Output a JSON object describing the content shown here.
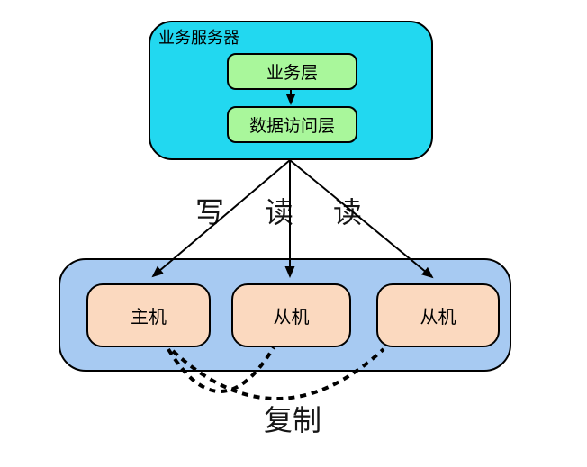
{
  "colors": {
    "canvas_bg": "#FFFFFF",
    "server_fill": "#22D8F0",
    "layer_fill": "#A9F79B",
    "cluster_fill": "#A7CAF2",
    "node_fill": "#FBD9BF",
    "stroke": "#000000"
  },
  "diagram": {
    "server": {
      "title": "业务服务器",
      "layers": [
        {
          "label": "业务层"
        },
        {
          "label": "数据访问层"
        }
      ]
    },
    "edges": {
      "write_label": "写",
      "read_label_1": "读",
      "read_label_2": "读",
      "replicate_label": "复制"
    },
    "cluster": {
      "nodes": [
        {
          "label": "主机",
          "role": "master"
        },
        {
          "label": "从机",
          "role": "slave"
        },
        {
          "label": "从机",
          "role": "slave"
        }
      ]
    }
  }
}
